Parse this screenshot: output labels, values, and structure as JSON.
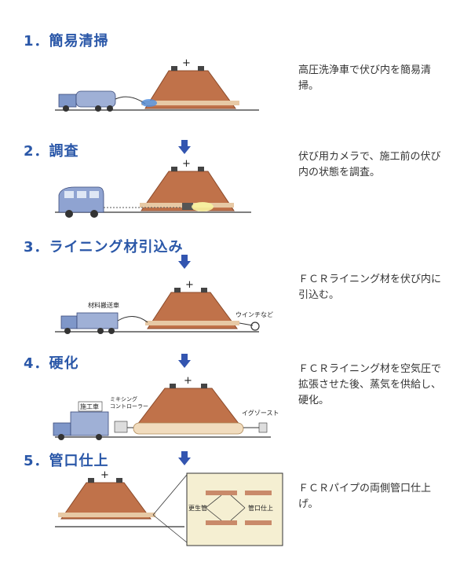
{
  "steps": [
    {
      "title": "1．簡易清掃",
      "description": "高圧洗浄車で伏び内を簡易清掃。"
    },
    {
      "title": "2．調査",
      "description": "伏び用カメラで、施工前の伏び内の状態を調査。"
    },
    {
      "title": "3．ライニング材引込み",
      "description": "ＦＣＲライニング材を伏び内に引込む。"
    },
    {
      "title": "4．硬化",
      "description": "ＦＣＲライニング材を空気圧で拡張させた後、蒸気を供給し、硬化。"
    },
    {
      "title": "5．管口仕上",
      "description": "ＦＣＲパイプの両側管口仕上げ。"
    }
  ],
  "labels": {
    "plus": "+",
    "material_truck": "材料搬送車",
    "winch": "ウインチなど",
    "work_truck": "施工車",
    "mixing_controller": "ミキシング\nコントローラー",
    "exhaust": "イグゾースト",
    "renewed_pipe": "更生管",
    "pipe_finish": "管口仕上"
  },
  "colors": {
    "accent": "#2a57a8",
    "embankment": "#c0724a",
    "vehicle": "#7f97c9",
    "arrow": "#3355b0"
  }
}
